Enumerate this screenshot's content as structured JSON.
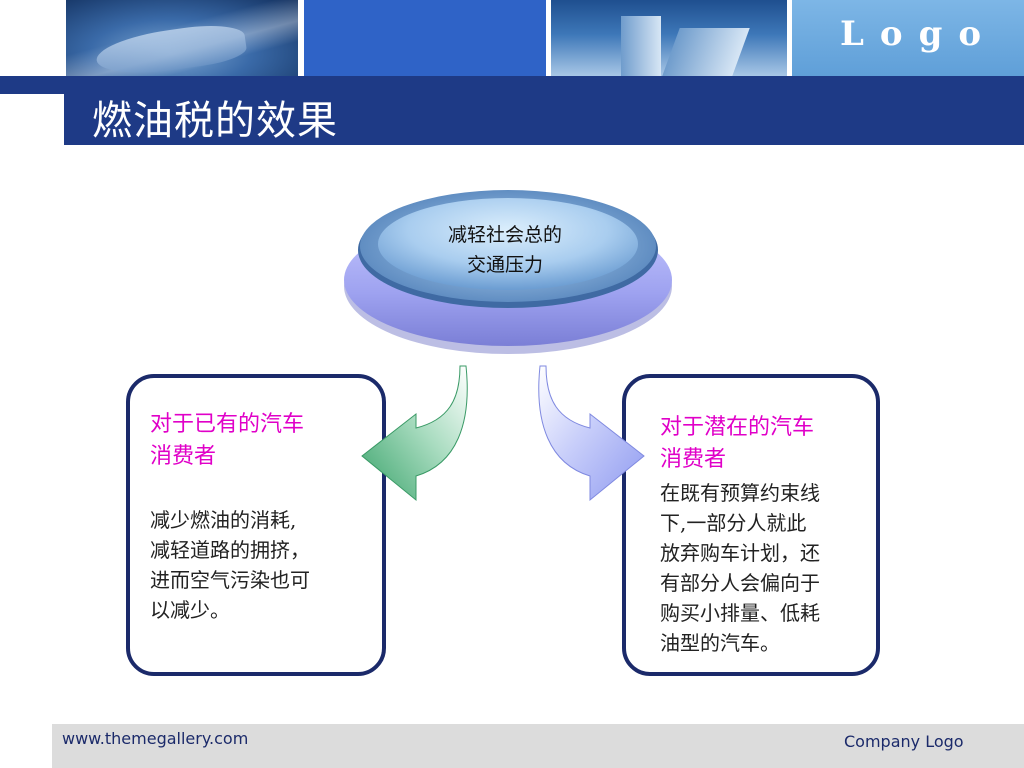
{
  "header": {
    "logo_text": "Logo",
    "title": "燃油税的效果"
  },
  "center": {
    "line1": "减轻社会总的",
    "line2": "交通压力"
  },
  "left_box": {
    "heading_line1": "对于已有的汽车",
    "heading_line2": "消费者",
    "body_lines": [
      "减少燃油的消耗,",
      "减轻道路的拥挤，",
      "进而空气污染也可",
      "以减少。"
    ]
  },
  "right_box": {
    "heading_line1": "对于潜在的汽车",
    "heading_line2": "消费者",
    "body_lines": [
      "在既有预算约束线",
      "下,一部分人就此",
      "放弃购车计划，还",
      "有部分人会偏向于",
      "购买小排量、低耗",
      "油型的汽车。"
    ]
  },
  "footer": {
    "url": "www.themegallery.com",
    "company_logo": "Company Logo"
  },
  "colors": {
    "banner_navy": "#1e3a86",
    "heading_magenta": "#e000c8",
    "box_border": "#1b2a6a",
    "arrow_left": "#5fb889",
    "arrow_right": "#a9b3f4"
  }
}
